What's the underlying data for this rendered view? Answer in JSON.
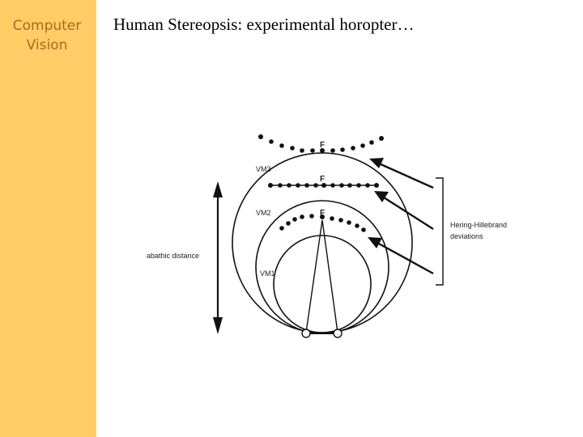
{
  "sidebar": {
    "title": "Computer\nVision"
  },
  "slide": {
    "title": "Human Stereopsis: experimental horopter…"
  },
  "diagram": {
    "label_vm3": "VM3",
    "label_vm2": "VM2",
    "label_vm1": "VM1",
    "label_f_top": "F",
    "label_f_mid": "F",
    "label_f_low": "F",
    "label_abathic": "abathic distance",
    "label_hh_line1": "Hering-Hillebrand",
    "label_hh_line2": "deviations"
  },
  "colors": {
    "sidebar": "#ffcc66",
    "sidebar_text": "#a86a1e",
    "ink": "#000000"
  }
}
